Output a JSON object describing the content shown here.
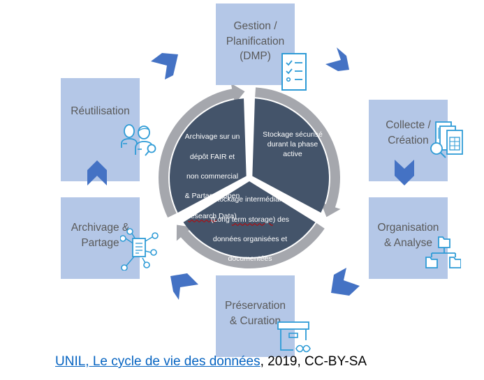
{
  "diagram": {
    "title": "Cycle de vie des données",
    "colors": {
      "box_fill": "#b4c7e7",
      "box_text": "#595959",
      "chevron": "#4472c4",
      "icon_stroke": "#2e9bd6",
      "segment_fill": "#44546a",
      "ring": "#a5a7ad",
      "link": "#0563c1"
    },
    "stages": [
      {
        "id": "gestion",
        "label": "Gestion /\nPlanification\n(DMP)",
        "icon": "checklist-icon"
      },
      {
        "id": "collecte",
        "label": "Collecte /\nCréation",
        "icon": "documents-search-icon"
      },
      {
        "id": "organisation",
        "label": "Organisation\n& Analyse",
        "icon": "folder-hierarchy-icon"
      },
      {
        "id": "preservation",
        "label": "Préservation\n& Curation",
        "icon": "archive-box-icon"
      },
      {
        "id": "archivage",
        "label": "Archivage &\nPartage",
        "icon": "document-network-icon"
      },
      {
        "id": "reutilisation",
        "label": "Réutilisation",
        "icon": "users-search-icon"
      }
    ],
    "inner_cycle": [
      {
        "id": "open-data",
        "lines": [
          "Archivage sur un",
          "dépôt FAIR et",
          "non commercial",
          "& Partage (Open"
        ],
        "last_line_marked": "research",
        "last_line_rest": " Data)"
      },
      {
        "id": "active-storage",
        "text": "Stockage sécurisé\ndurant la phase\nactive"
      },
      {
        "id": "long-term",
        "line1": "Stockage intermédiaire",
        "line2_open": "(Long ",
        "line2_marked": "term storage",
        "line2_rest": ") des",
        "line3": "données organisées et",
        "line4": "documentées"
      }
    ]
  },
  "caption": {
    "link_text": "UNIL, Le cycle de vie des données",
    "rest": ", 2019, CC-BY-SA"
  }
}
